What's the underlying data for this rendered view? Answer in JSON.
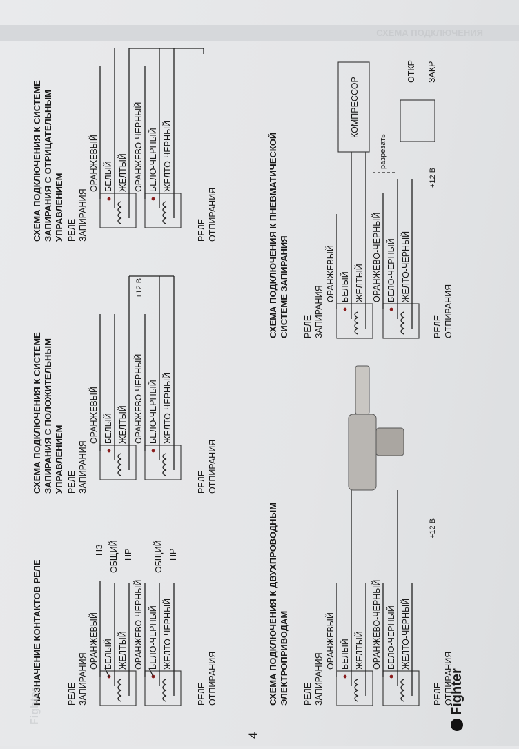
{
  "page_number": "4",
  "brand": "Fighter",
  "ghost_header": "СХЕМА ПОДКЛЮЧЕНИЯ",
  "ghost_footer": "Fighter",
  "sections": {
    "contacts": {
      "title": "НАЗНАЧЕНИЕ КОНТАКТОВ РЕЛЕ",
      "relay_lock": [
        "РЕЛЕ",
        "ЗАПИРАНИЯ"
      ],
      "relay_unlock": [
        "РЕЛЕ",
        "ОТПИРАНИЯ"
      ],
      "wires_lock": [
        "ОРАНЖЕВЫЙ",
        "БЕЛЫЙ",
        "ЖЕЛТЫЙ"
      ],
      "wires_unlock": [
        "ОРАНЖЕВО-ЧЕРНЫЙ",
        "БЕЛО-ЧЕРНЫЙ",
        "ЖЕЛТО-ЧЕРНЫЙ"
      ],
      "contact_lock": [
        "НЗ",
        "ОБЩИЙ",
        "НР"
      ],
      "contact_unlock": [
        "ОБЩИЙ",
        "НР"
      ]
    },
    "positive": {
      "title": [
        "СХЕМА ПОДКЛЮЧЕНИЯ К СИСТЕМЕ",
        "ЗАПИРАНИЯ С ПОЛОЖИТЕЛЬНЫМ",
        "УПРАВЛЕНИЕМ"
      ],
      "relay_lock": [
        "РЕЛЕ",
        "ЗАПИРАНИЯ"
      ],
      "relay_unlock": [
        "РЕЛЕ",
        "ОТПИРАНИЯ"
      ],
      "wires_lock": [
        "ОРАНЖЕВЫЙ",
        "БЕЛЫЙ",
        "ЖЕЛТЫЙ"
      ],
      "wires_unlock": [
        "ОРАНЖЕВО-ЧЕРНЫЙ",
        "БЕЛО-ЧЕРНЫЙ",
        "ЖЕЛТО-ЧЕРНЫЙ"
      ],
      "supply": "+12 В"
    },
    "negative": {
      "title": [
        "СХЕМА ПОДКЛЮЧЕНИЯ К СИСТЕМЕ",
        "ЗАПИРАНИЯ С ОТРИЦАТЕЛЬНЫМ",
        "УПРАВЛЕНИЕМ"
      ],
      "relay_lock": [
        "РЕЛЕ",
        "ЗАПИРАНИЯ"
      ],
      "relay_unlock": [
        "РЕЛЕ",
        "ОТПИРАНИЯ"
      ],
      "wires_lock": [
        "ОРАНЖЕВЫЙ",
        "БЕЛЫЙ",
        "ЖЕЛТЫЙ"
      ],
      "wires_unlock": [
        "ОРАНЖЕВО-ЧЕРНЫЙ",
        "БЕЛО-ЧЕРНЫЙ",
        "ЖЕЛТО-ЧЕРНЫЙ"
      ]
    },
    "two_wire": {
      "title": [
        "СХЕМА ПОДКЛЮЧЕНИЯ К ДВУХПРОВОДНЫМ",
        "ЭЛЕКТРОПРИВОДАМ"
      ],
      "relay_lock": [
        "РЕЛЕ",
        "ЗАПИРАНИЯ"
      ],
      "relay_unlock": [
        "РЕЛЕ",
        "ОТПИРАНИЯ"
      ],
      "wires_lock": [
        "ОРАНЖЕВЫЙ",
        "БЕЛЫЙ",
        "ЖЕЛТЫЙ"
      ],
      "wires_unlock": [
        "ОРАНЖЕВО-ЧЕРНЫЙ",
        "БЕЛО-ЧЕРНЫЙ",
        "ЖЕЛТО-ЧЕРНЫЙ"
      ],
      "supply": "+12 В"
    },
    "pneumatic": {
      "title": [
        "СХЕМА ПОДКЛЮЧЕНИЯ К ПНЕВМАТИЧЕСКОЙ",
        "СИСТЕМЕ ЗАПИРАНИЯ"
      ],
      "relay_lock": [
        "РЕЛЕ",
        "ЗАПИРАНИЯ"
      ],
      "relay_unlock": [
        "РЕЛЕ",
        "ОТПИРАНИЯ"
      ],
      "wires_lock": [
        "ОРАНЖЕВЫЙ",
        "БЕЛЫЙ",
        "ЖЕЛТЫЙ"
      ],
      "wires_unlock": [
        "ОРАНЖЕВО-ЧЕРНЫЙ",
        "БЕЛО-ЧЕРНЫЙ",
        "ЖЕЛТО-ЧЕРНЫЙ"
      ],
      "supply": "+12 В",
      "compressor": "КОМПРЕССОР",
      "open": "ОТКР",
      "close": "ЗАКР",
      "cut_label": "разрезать"
    }
  }
}
